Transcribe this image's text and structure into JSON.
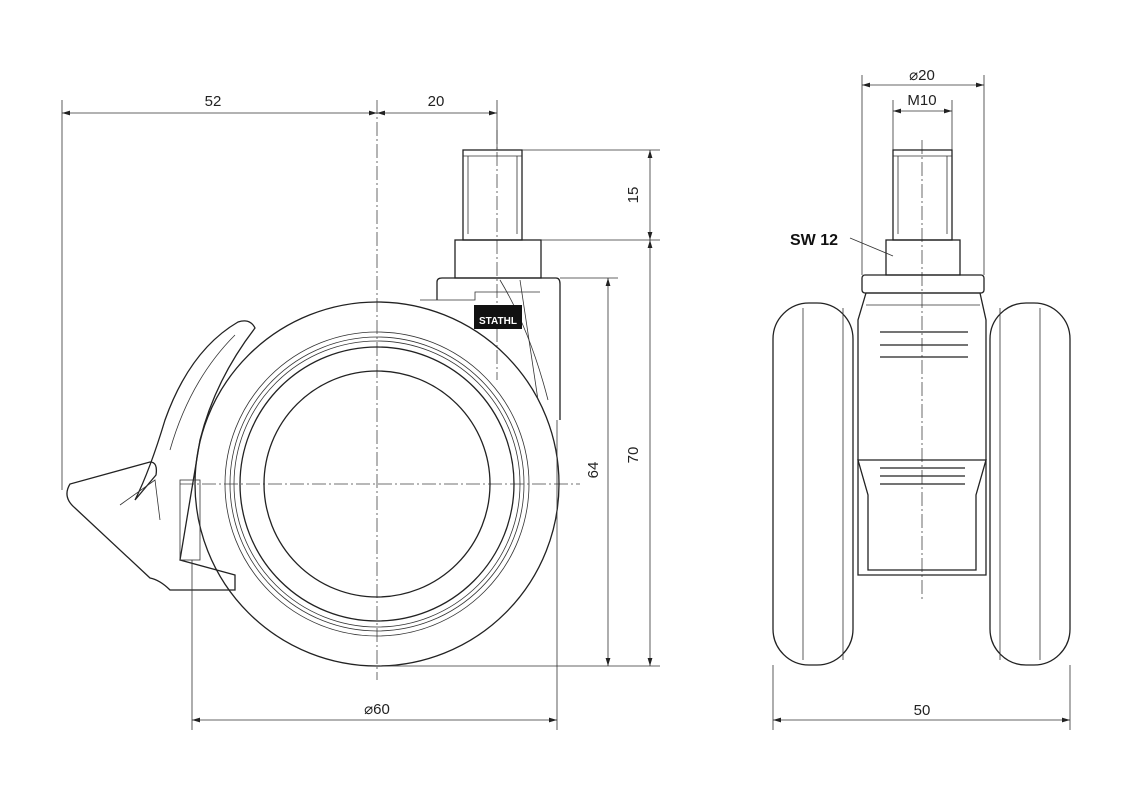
{
  "side_view": {
    "dim_52": "52",
    "dim_20": "20",
    "dim_15": "15",
    "dim_70": "70",
    "dim_64": "64",
    "dim_diameter_60": "⌀60",
    "logo_text": "STATHL"
  },
  "front_view": {
    "dim_diameter_20": "⌀20",
    "dim_thread": "M10",
    "dim_width_50": "50",
    "wrench_size_label": "SW 12"
  }
}
